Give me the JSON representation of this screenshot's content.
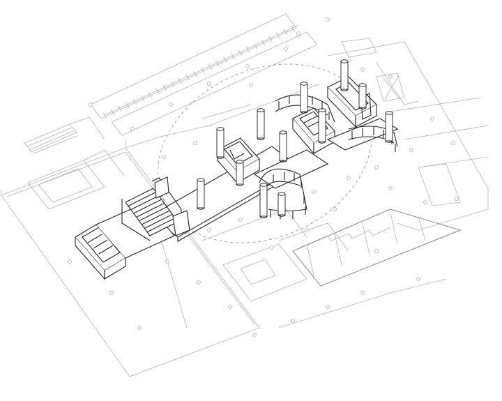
{
  "figure": {
    "kind": "axonometric architectural line drawing",
    "colors": {
      "background": "#ffffff",
      "primary_line": "#222222",
      "secondary_line": "#7a7a7a",
      "context_line": "#b4b4b4",
      "dashed_outline": "#9a9a9a"
    },
    "elements": [
      {
        "name": "stepped-bleacher-structure",
        "count": 1
      },
      {
        "name": "staircase",
        "count": 1
      },
      {
        "name": "open-box-platform",
        "count": 2
      },
      {
        "name": "cylindrical-column",
        "count": 12
      },
      {
        "name": "curved-railing",
        "count": 3
      },
      {
        "name": "dashed-oval-zone",
        "count": 1
      },
      {
        "name": "site-column-marker",
        "count": 40
      }
    ]
  }
}
